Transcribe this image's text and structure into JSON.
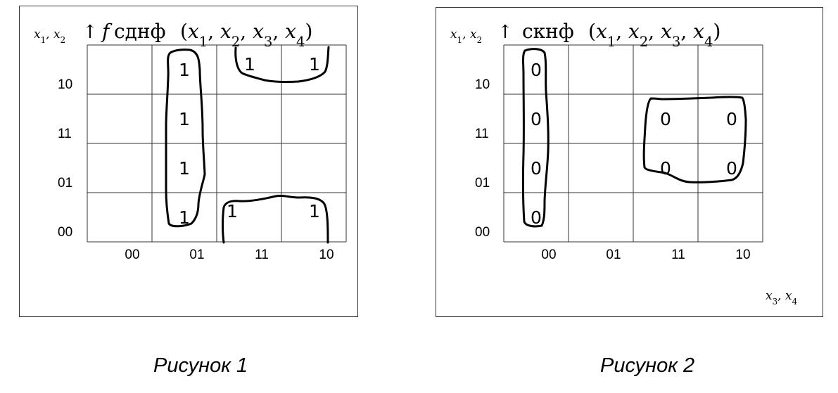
{
  "figure1": {
    "row_vars": "x1, x2",
    "arrow": "↑",
    "title_func": "f",
    "title_name": "сднф",
    "title_args": "(x1, x2, x3, x4)",
    "row_labels": [
      "10",
      "11",
      "01",
      "00"
    ],
    "col_labels": [
      "00",
      "01",
      "11",
      "10"
    ],
    "cells": [
      {
        "row": 0,
        "col": 1,
        "value": "1"
      },
      {
        "row": 0,
        "col": 2,
        "value": "1"
      },
      {
        "row": 0,
        "col": 3,
        "value": "1"
      },
      {
        "row": 1,
        "col": 1,
        "value": "1"
      },
      {
        "row": 2,
        "col": 1,
        "value": "1"
      },
      {
        "row": 3,
        "col": 1,
        "value": "1"
      },
      {
        "row": 3,
        "col": 2,
        "value": "1"
      },
      {
        "row": 3,
        "col": 3,
        "value": "1"
      }
    ],
    "caption": "Рисунок 1"
  },
  "figure2": {
    "row_vars": "x1, x2",
    "arrow": "↑",
    "title_name": "скнф",
    "title_args": "(x1, x2, x3, x4)",
    "col_vars": "x3, x4",
    "row_labels": [
      "10",
      "11",
      "01",
      "00"
    ],
    "col_labels": [
      "00",
      "01",
      "11",
      "10"
    ],
    "cells": [
      {
        "row": 0,
        "col": 0,
        "value": "0"
      },
      {
        "row": 1,
        "col": 0,
        "value": "0"
      },
      {
        "row": 1,
        "col": 2,
        "value": "0"
      },
      {
        "row": 1,
        "col": 3,
        "value": "0"
      },
      {
        "row": 2,
        "col": 0,
        "value": "0"
      },
      {
        "row": 2,
        "col": 2,
        "value": "0"
      },
      {
        "row": 2,
        "col": 3,
        "value": "0"
      },
      {
        "row": 3,
        "col": 0,
        "value": "0"
      }
    ],
    "caption": "Рисунок 2"
  }
}
